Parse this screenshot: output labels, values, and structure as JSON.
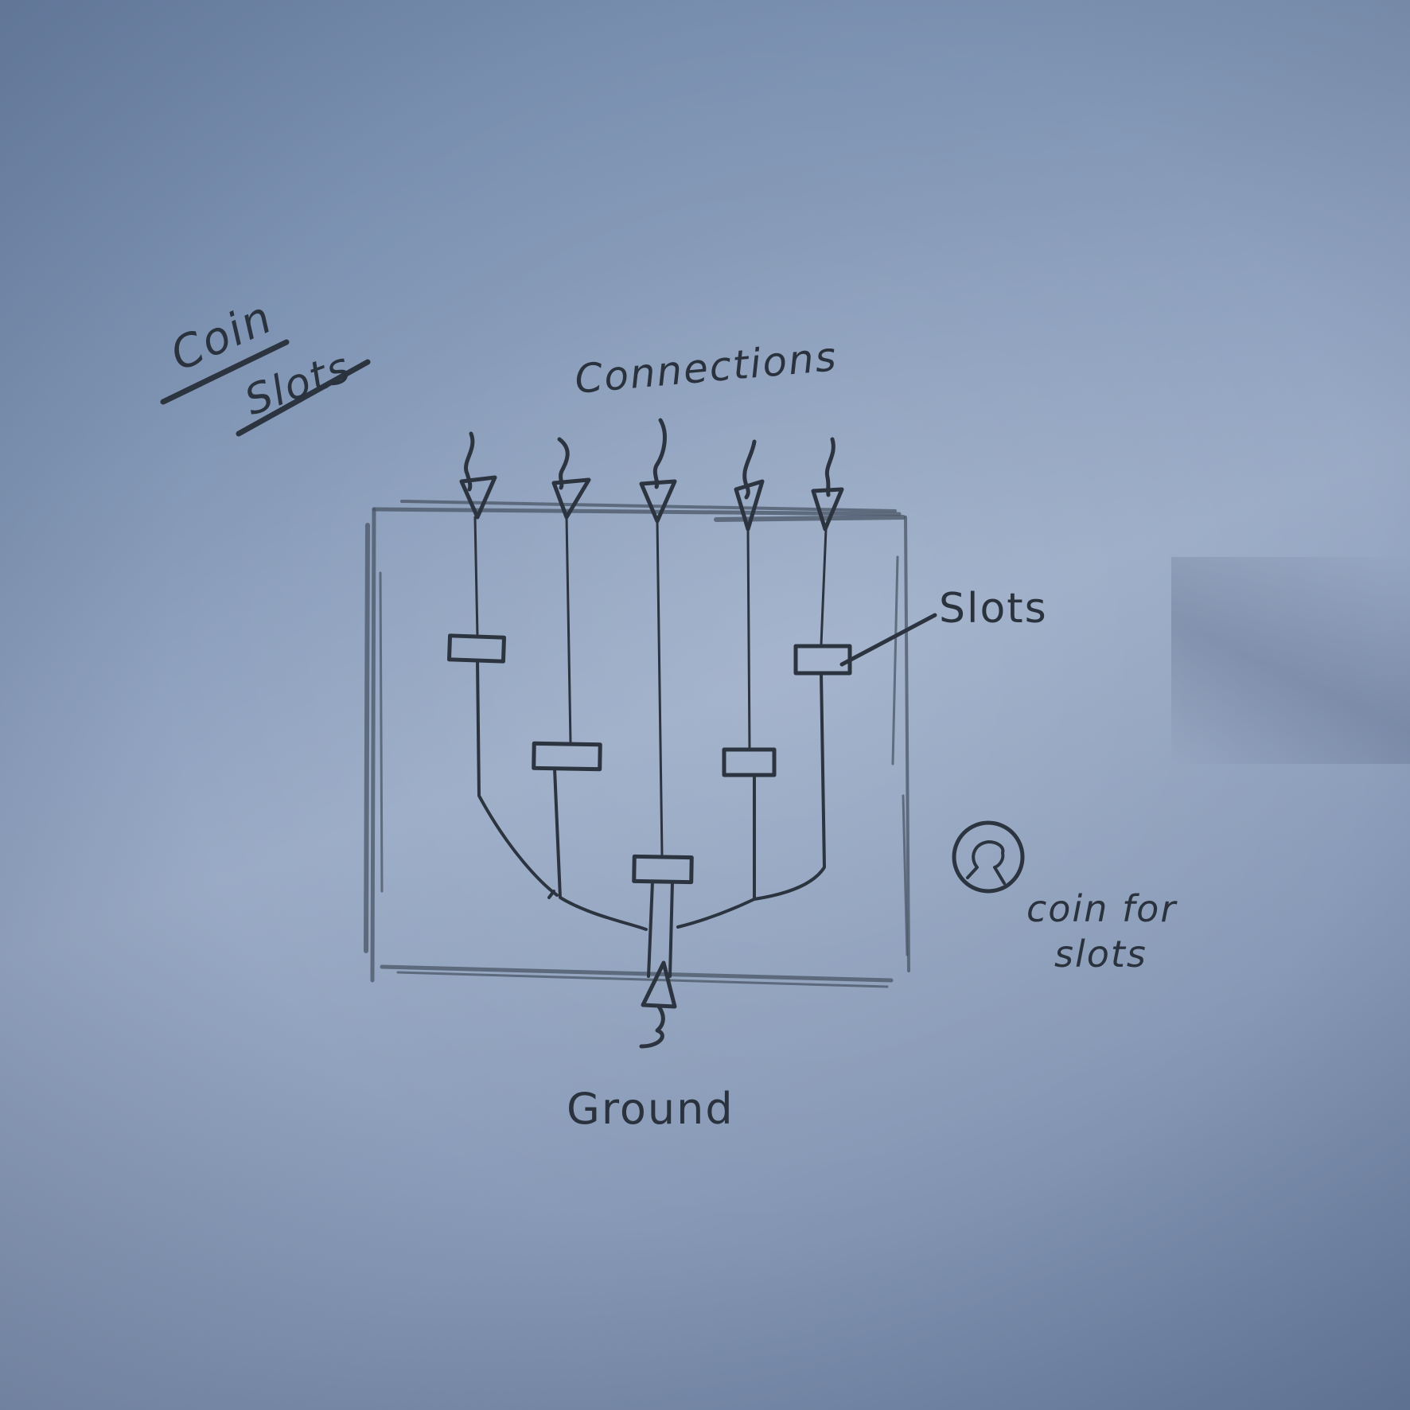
{
  "title": {
    "line1": "Coin",
    "line2": "Slots"
  },
  "diagram": {
    "top_label": "Connections",
    "bottom_label": "Ground",
    "callout_label": "Slots",
    "coin_caption_line1": "coin for",
    "coin_caption_line2": "slots",
    "connection_count": 5,
    "slot_count": 5
  },
  "colors": {
    "paper": "#8196b5",
    "ink": "#2c3440",
    "pencil": "#4a5566"
  }
}
